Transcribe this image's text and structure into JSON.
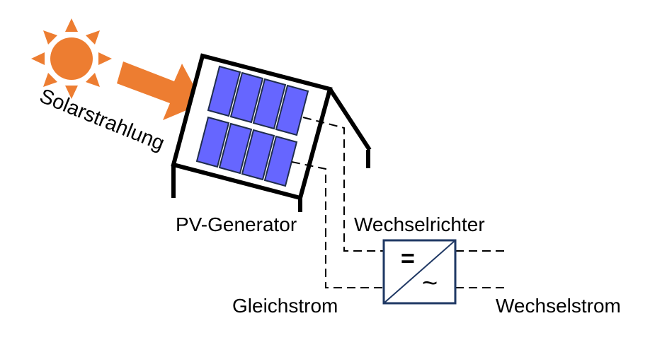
{
  "labels": {
    "solar_radiation": "Solarstrahlung",
    "pv_generator": "PV-Generator",
    "inverter": "Wechselrichter",
    "direct_current": "Gleichstrom",
    "alternating_current": "Wechselstrom"
  },
  "inverter_symbols": {
    "dc": "=",
    "ac": "~"
  },
  "colors": {
    "sun": "#ED7D31",
    "arrow": "#ED7D31",
    "panel_cell": "#6666FF",
    "panel_cell_stroke": "#1F2D4D",
    "roof": "#000000",
    "inverter_box": "#1F3864"
  },
  "icons": {
    "sun": "sun-icon",
    "arrow": "radiation-arrow-icon"
  }
}
